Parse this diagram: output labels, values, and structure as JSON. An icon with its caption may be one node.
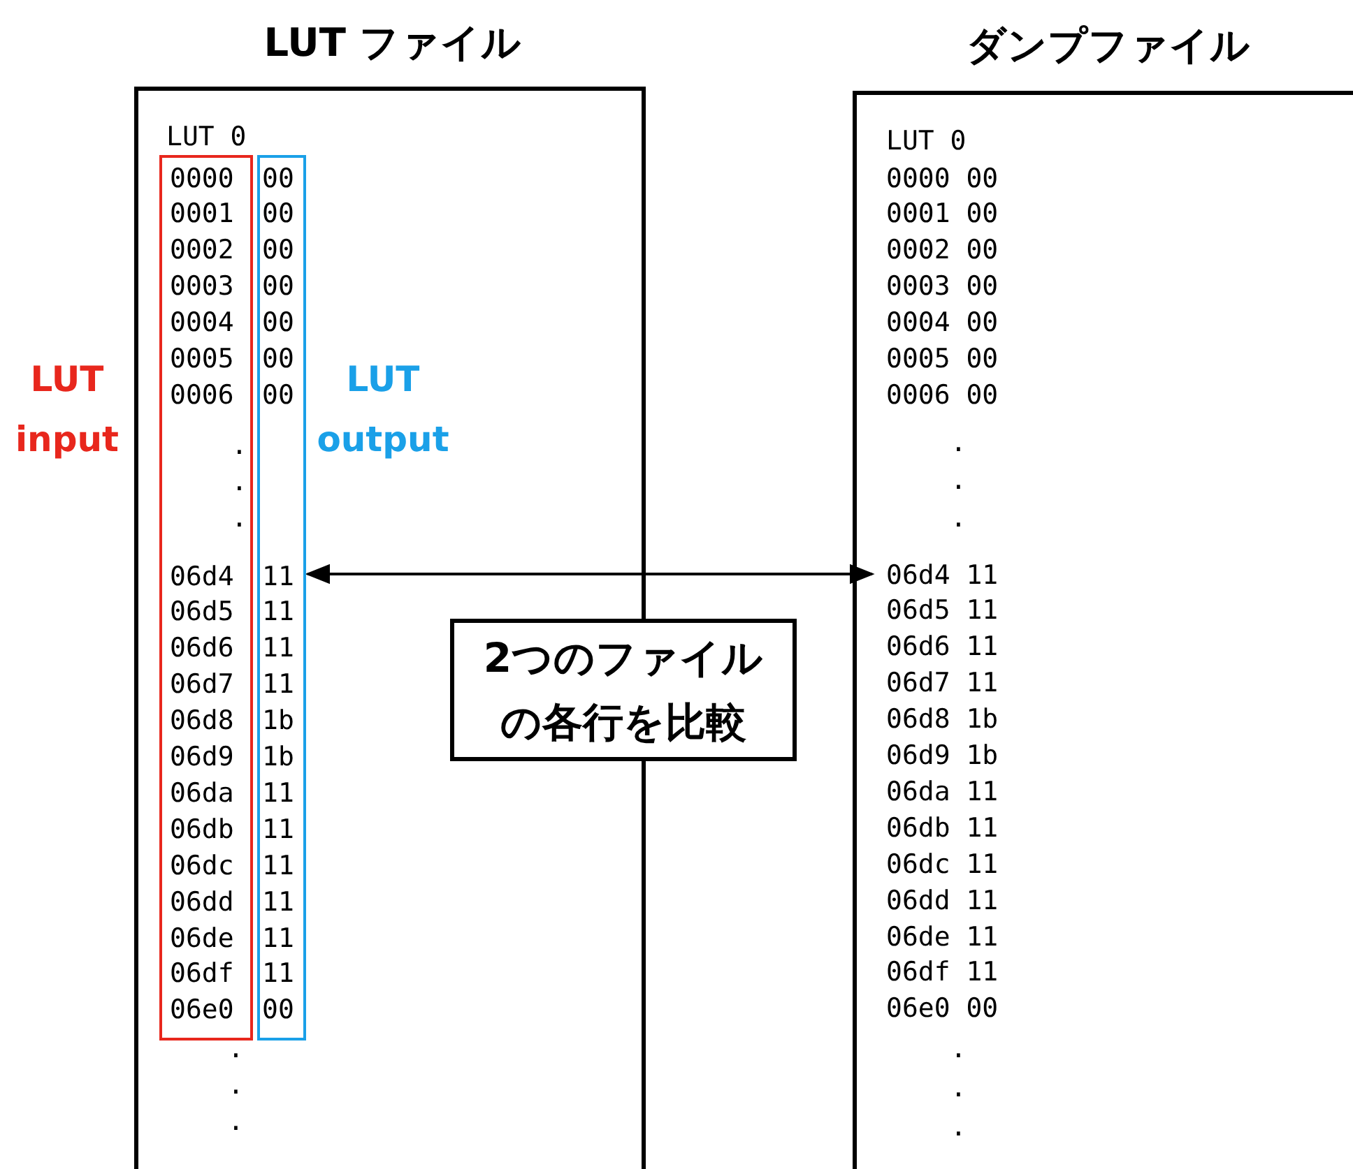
{
  "diagram": {
    "nodes": [
      {
        "text": [
          "LUT ファイル",
          "LUT 0",
          ".",
          ".",
          "."
        ]
      },
      {
        "text": [
          "0000",
          "0001",
          "0002",
          "0003",
          "0004",
          "0005",
          "0006",
          ".",
          ".",
          ".",
          "06d4",
          "06d5",
          "06d6",
          "06d7",
          "06d8",
          "06d9",
          "06da",
          "06db",
          "06dc",
          "06dd",
          "06de",
          "06df",
          "06e0"
        ],
        "in": 0,
        "beside": [
          "LUT input"
        ]
      },
      {
        "text": [
          "00",
          "00",
          "00",
          "00",
          "00",
          "00",
          "00",
          "11",
          "11",
          "11",
          "11",
          "1b",
          "1b",
          "11",
          "11",
          "11",
          "11",
          "11",
          "11",
          "00"
        ],
        "in": 0,
        "beside": [
          "LUT output"
        ]
      },
      {
        "text": [
          "ダンプファイル",
          "LUT 0",
          "0000 00",
          "0001 00",
          "0002 00",
          "0003 00",
          "0004 00",
          "0005 00",
          "0006 00",
          ".",
          ".",
          ".",
          "06d4 11",
          "06d5 11",
          "06d6 11",
          "06d7 11",
          "06d8 1b",
          "06d9 1b",
          "06da 11",
          "06db 11",
          "06dc 11",
          "06dd 11",
          "06de 11",
          "06df 11",
          "06e0 00",
          ".",
          ".",
          "."
        ]
      },
      {
        "text": [
          "2つのファイルの各行を比較"
        ]
      }
    ],
    "edges": [
      {
        "from": 2,
        "to": 3,
        "arrow": "both"
      }
    ]
  }
}
